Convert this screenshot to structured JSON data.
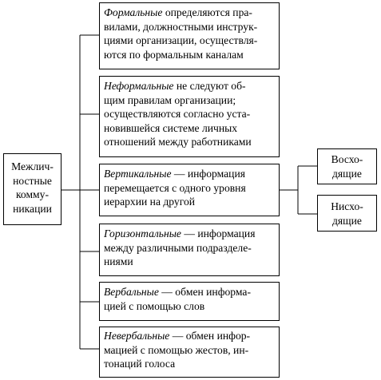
{
  "root": {
    "lines": [
      "Межлич-",
      "ностные",
      "комму-",
      "никации"
    ]
  },
  "types": [
    {
      "term": "Формальные",
      "lines": [
        " определяются пра-",
        "вилами, должностными инструк-",
        "циями организации, осуществля-",
        "ются по формальным каналам"
      ]
    },
    {
      "term": "Неформальные",
      "lines": [
        " не следуют об-",
        "щим правилам организации;",
        "осуществляются согласно уста-",
        "новившейся системе личных",
        "отношений между работниками"
      ]
    },
    {
      "term": "Вертикальные",
      "lines": [
        " — информация",
        "перемещается с одного уровня",
        "иерархии на другой"
      ]
    },
    {
      "term": "Горизонтальные",
      "lines": [
        " — информация",
        "между различными подразделе-",
        "ниями"
      ]
    },
    {
      "term": "Вербальные",
      "lines": [
        " — обмен информа-",
        "цией с помощью слов"
      ]
    },
    {
      "term": "Невербальные",
      "lines": [
        " — обмен инфор-",
        "мацией с помощью жестов, ин-",
        "тонаций голоса"
      ]
    }
  ],
  "directions": [
    {
      "lines": [
        "Восхо-",
        "дящие"
      ]
    },
    {
      "lines": [
        "Нисхо-",
        "дящие"
      ]
    }
  ]
}
